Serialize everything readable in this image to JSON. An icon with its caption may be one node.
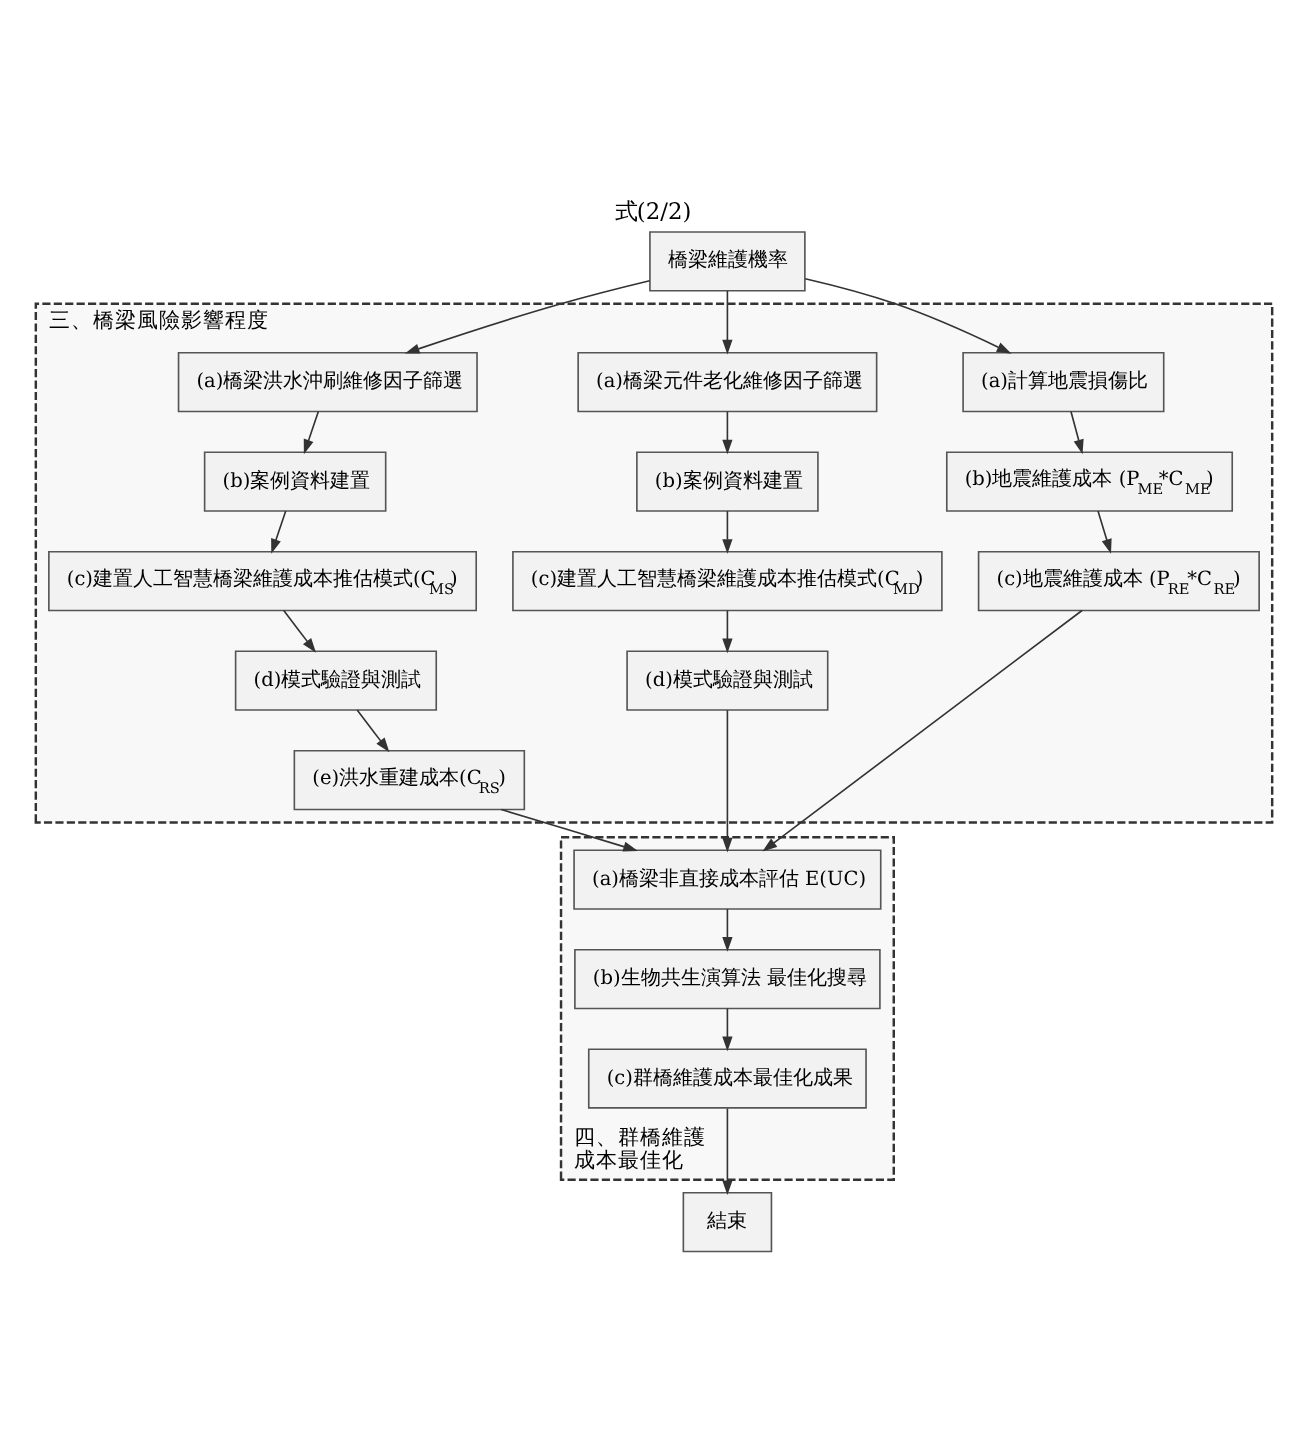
{
  "diagram": {
    "title": "式(2/2)",
    "nodes": [
      {
        "text": [
          "橋梁維護機率"
        ]
      },
      {
        "text": [
          "三、橋梁風險影響程度"
        ]
      },
      {
        "text": [
          "(a)橋梁元件老化維修因子篩選"
        ],
        "in": 1
      },
      {
        "text": [
          "(a)橋梁洪水沖刷維修因子篩選"
        ],
        "in": 1
      },
      {
        "text": [
          "(a)計算地震損傷比"
        ],
        "in": 1
      },
      {
        "text": [
          "(b)案例資料建置"
        ],
        "in": 1
      },
      {
        "text": [
          "(b)案例資料建置"
        ],
        "in": 1
      },
      {
        "text": [
          "(c)建置人工智慧橋梁維護成本推估模式(C$_{MD}$)"
        ],
        "in": 1
      },
      {
        "text": [
          "(c)建置人工智慧橋梁維護成本推估模式(C$_{MS}$)"
        ],
        "in": 1
      },
      {
        "text": [
          "(b)地震維護成本 (P$_{ME}$*C$_{ME}$)"
        ],
        "in": 1
      },
      {
        "text": [
          "(d)模式驗證與測試"
        ],
        "in": 1
      },
      {
        "text": [
          "(d)模式驗證與測試"
        ],
        "in": 1
      },
      {
        "text": [
          "(c)地震維護成本 (P$_{RE}$*C$_{RE}$)"
        ],
        "in": 1
      },
      {
        "text": [
          "(e)洪水重建成本(C$_{RS}$)"
        ],
        "in": 1
      },
      {
        "text": [
          "四、群橋維護成本最佳化"
        ]
      },
      {
        "text": [
          "(a)橋梁非直接成本評估 E(UC)"
        ],
        "in": 14
      },
      {
        "text": [
          "(b)生物共生演算法 最佳化搜尋"
        ],
        "in": 14
      },
      {
        "text": [
          "(c)群橋維護成本最佳化成果"
        ],
        "in": 14
      },
      {
        "text": [
          "結束"
        ]
      }
    ],
    "edges": [
      {
        "from": 0,
        "to": 2,
        "arrow": "to"
      },
      {
        "from": 0,
        "to": 3,
        "arrow": "to"
      },
      {
        "from": 0,
        "to": 4,
        "arrow": "to"
      },
      {
        "from": 2,
        "to": 5,
        "arrow": "to"
      },
      {
        "from": 5,
        "to": 7,
        "arrow": "to"
      },
      {
        "from": 7,
        "to": 10,
        "arrow": "to"
      },
      {
        "from": 3,
        "to": 6,
        "arrow": "to"
      },
      {
        "from": 6,
        "to": 8,
        "arrow": "to"
      },
      {
        "from": 8,
        "to": 11,
        "arrow": "to"
      },
      {
        "from": 11,
        "to": 13,
        "arrow": "to"
      },
      {
        "from": 4,
        "to": 9,
        "arrow": "to"
      },
      {
        "from": 9,
        "to": 12,
        "arrow": "to"
      },
      {
        "from": 10,
        "to": 15,
        "arrow": "to"
      },
      {
        "from": 13,
        "to": 15,
        "arrow": "to"
      },
      {
        "from": 12,
        "to": 15,
        "arrow": "to"
      },
      {
        "from": 15,
        "to": 16,
        "arrow": "to"
      },
      {
        "from": 16,
        "to": 17,
        "arrow": "to"
      },
      {
        "from": 17,
        "to": 18,
        "arrow": "to"
      }
    ]
  }
}
